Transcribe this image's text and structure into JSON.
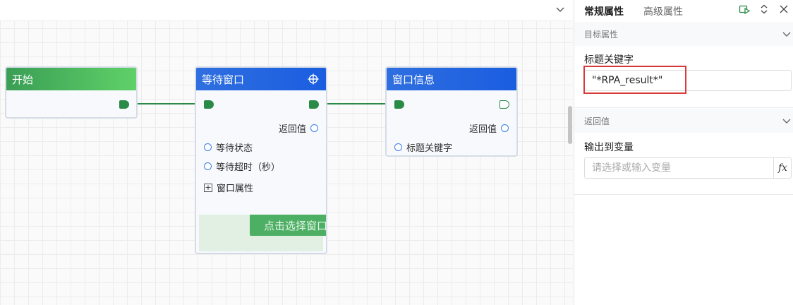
{
  "canvas": {
    "nodes": {
      "start": {
        "title": "开始"
      },
      "wait_window": {
        "title": "等待窗口",
        "return_label": "返回值",
        "inputs": [
          "等待状态",
          "等待超时（秒）"
        ],
        "expand_label": "窗口属性",
        "select_button": "点击选择窗口"
      },
      "window_info": {
        "title": "窗口信息",
        "return_label": "返回值",
        "inputs": [
          "标题关键字"
        ]
      }
    }
  },
  "panel": {
    "tabs": [
      {
        "label": "常规属性",
        "active": true
      },
      {
        "label": "高级属性",
        "active": false
      }
    ],
    "section_target": {
      "title": "目标属性"
    },
    "title_keyword": {
      "label": "标题关键字",
      "value": "\"*RPA_result*\""
    },
    "section_return": {
      "title": "返回值"
    },
    "output_var": {
      "label": "输出到变量",
      "placeholder": "请选择或输入变量",
      "fx": "fx"
    }
  },
  "icons": [
    "chevron-down-icon",
    "crosshair-icon",
    "run-icon",
    "sort-icon",
    "close-icon",
    "plus-square-icon"
  ],
  "colors": {
    "node_green": "#3a9e55",
    "node_blue": "#2f6fe0",
    "link_green": "#2a8a47",
    "port_blue": "#3a7ee8",
    "highlight_red": "#d83a3a"
  }
}
